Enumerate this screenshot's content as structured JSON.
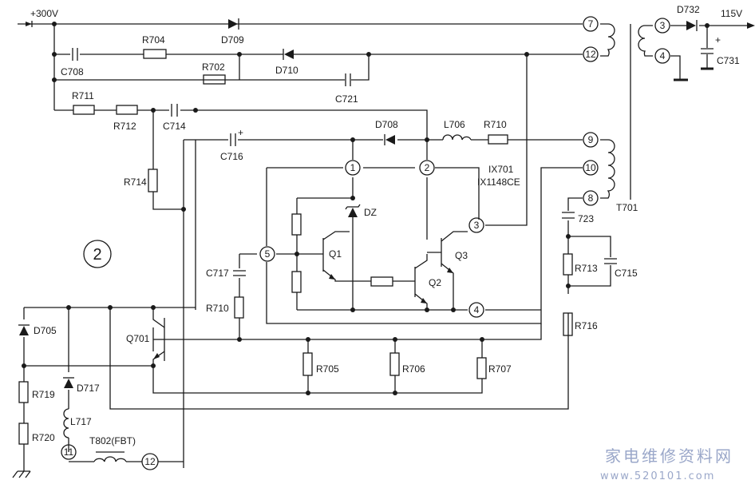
{
  "supply": {
    "input": "+300V",
    "output": "115V"
  },
  "components": {
    "D709": "D709",
    "D710": "D710",
    "D708": "D708",
    "D705": "D705",
    "D717": "D717",
    "D732": "D732",
    "DZ": "DZ",
    "C708": "C708",
    "C721": "C721",
    "C714": "C714",
    "C716": "C716",
    "C717": "C717",
    "C715": "C715",
    "C731": "C731",
    "C723": "723",
    "R704": "R704",
    "R702": "R702",
    "R711": "R711",
    "R712": "R712",
    "R714": "R714",
    "R710a": "R710",
    "R710b": "R710",
    "R705": "R705",
    "R706": "R706",
    "R707": "R707",
    "R713": "R713",
    "R716": "R716",
    "R719": "R719",
    "R720": "R720",
    "L706": "L706",
    "L717": "L717",
    "Q701": "Q701",
    "Q1": "Q1",
    "Q2": "Q2",
    "Q3": "Q3"
  },
  "ic": {
    "name": "IX701",
    "part": "IX1148CE"
  },
  "transformer": "T701",
  "flyback": "T802(FBT)",
  "pins": {
    "ic": [
      "1",
      "2",
      "3",
      "4",
      "5"
    ],
    "t701_primary": [
      "7",
      "12",
      "9",
      "10",
      "8"
    ],
    "t701_secondary": [
      "3",
      "4"
    ],
    "fbt": [
      "11",
      "12"
    ]
  },
  "marker": "2",
  "polarity": "+",
  "watermark": {
    "cn": "家电维修资料网",
    "url": "www.520101.com"
  }
}
